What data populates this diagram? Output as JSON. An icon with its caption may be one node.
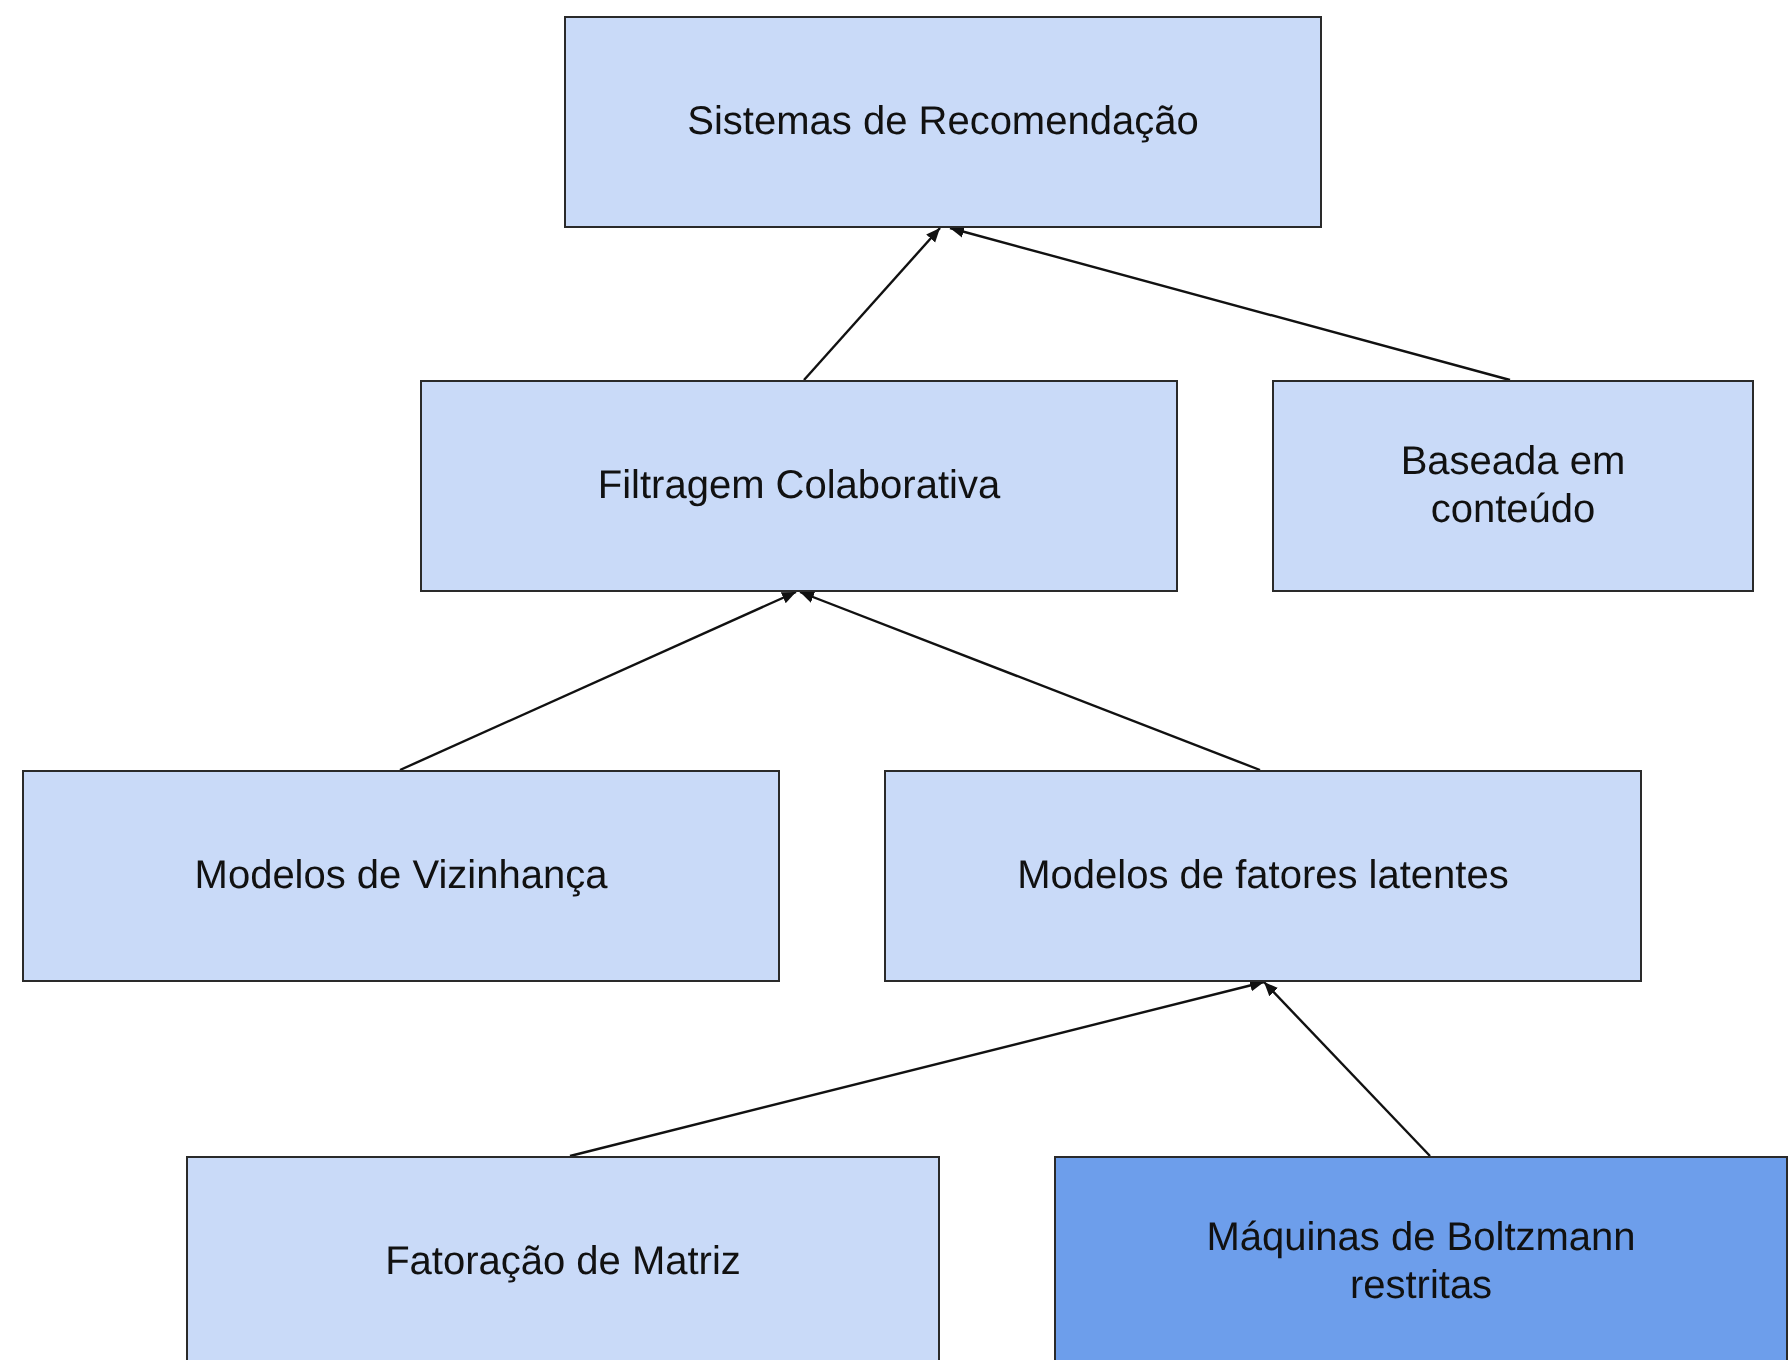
{
  "diagram": {
    "nodes": [
      {
        "text": [
          "Sistemas de Recomendação"
        ]
      },
      {
        "text": [
          "Filtragem Colaborativa"
        ]
      },
      {
        "text": [
          "Baseada em conteúdo"
        ]
      },
      {
        "text": [
          "Modelos de Vizinhança"
        ]
      },
      {
        "text": [
          "Modelos de fatores latentes"
        ]
      },
      {
        "text": [
          "Fatoração de Matriz"
        ]
      },
      {
        "text": [
          "Máquinas de Boltzmann restritas"
        ]
      }
    ],
    "edges": [
      {
        "from": 1,
        "to": 0,
        "arrow": "to"
      },
      {
        "from": 2,
        "to": 0,
        "arrow": "to"
      },
      {
        "from": 3,
        "to": 1,
        "arrow": "to"
      },
      {
        "from": 4,
        "to": 1,
        "arrow": "to"
      },
      {
        "from": 5,
        "to": 4,
        "arrow": "to"
      },
      {
        "from": 6,
        "to": 4,
        "arrow": "to"
      }
    ]
  }
}
